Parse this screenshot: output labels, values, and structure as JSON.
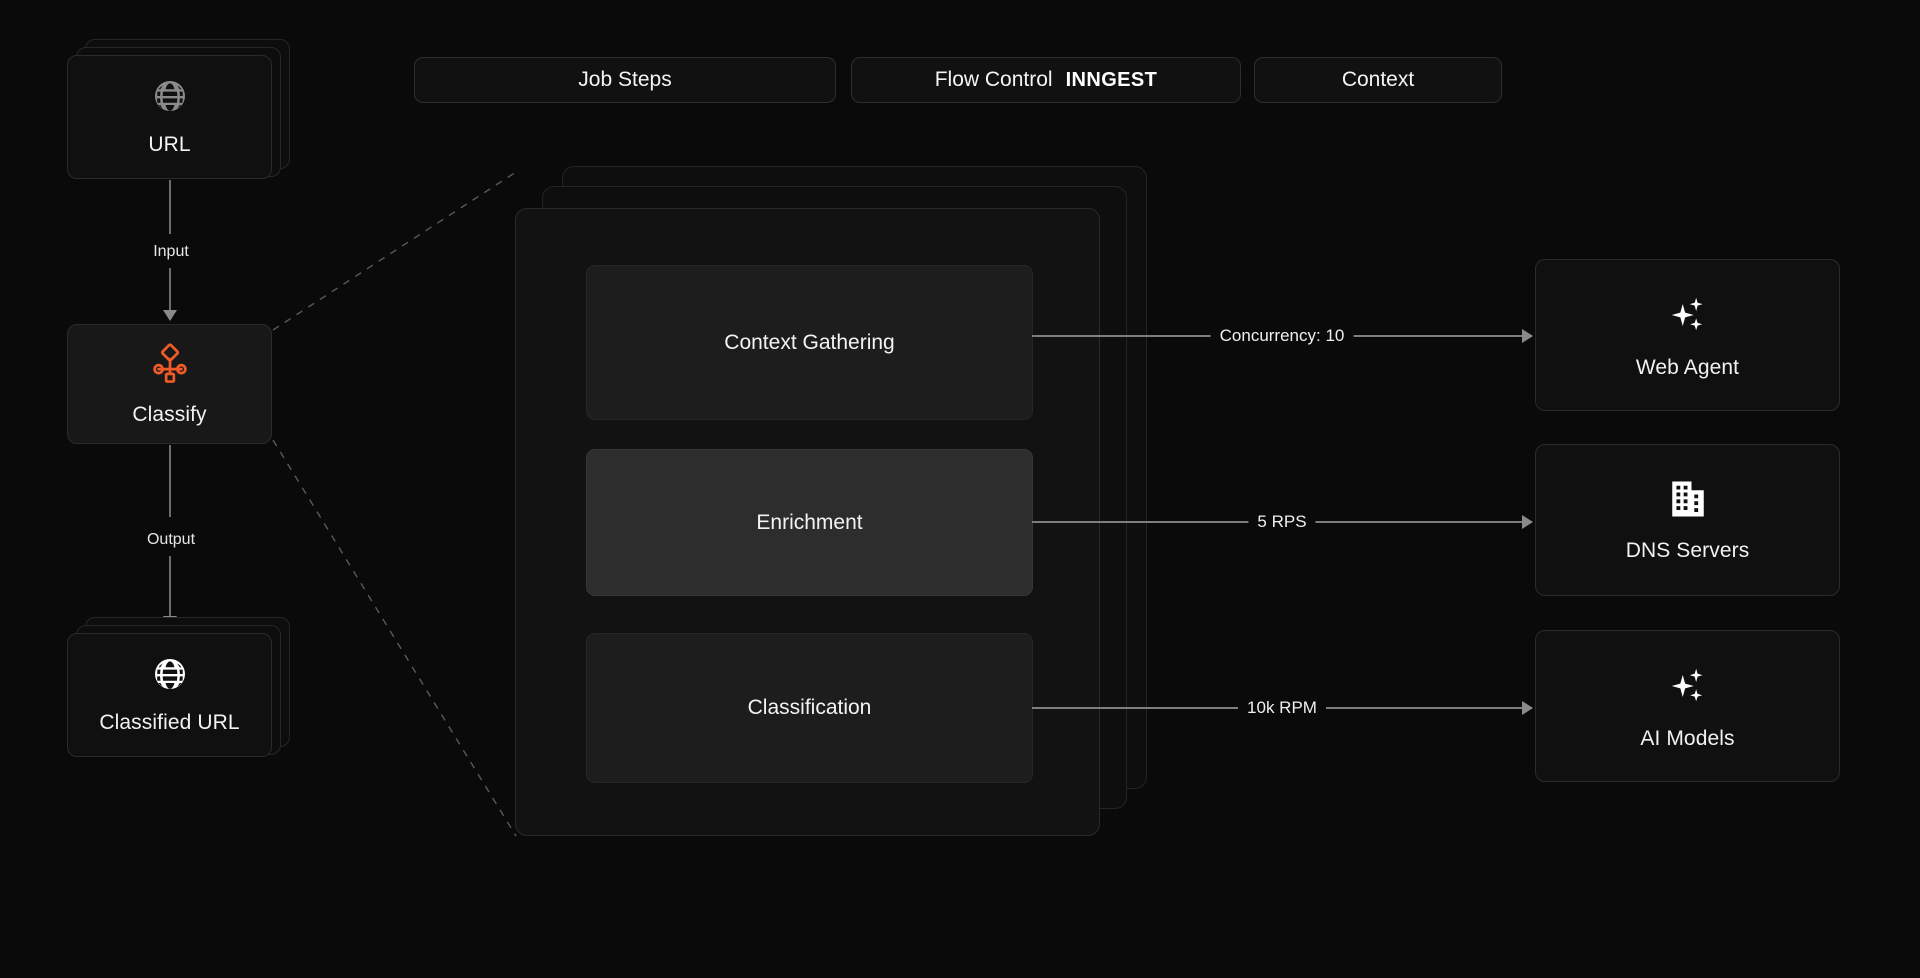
{
  "diagram": {
    "title": "Inngest URL classification flow",
    "background": "#0a0a0a",
    "accent": "#f05a28"
  },
  "header_pills": [
    {
      "id": "job-steps",
      "label": "Job Steps",
      "brand": ""
    },
    {
      "id": "flow-control",
      "label": "Flow Control",
      "brand": "INNGEST"
    },
    {
      "id": "context",
      "label": "Context",
      "brand": ""
    }
  ],
  "left_column": {
    "input_node": {
      "label": "URL",
      "icon": "globe-icon",
      "stacked": true,
      "icon_color": "#8a8a8a"
    },
    "process_node": {
      "label": "Classify",
      "icon": "workflow-icon",
      "stacked": false,
      "icon_color": "#f05a28"
    },
    "output_node": {
      "label": "Classified URL",
      "icon": "globe-icon",
      "stacked": true,
      "icon_color": "#ffffff"
    },
    "edges": [
      {
        "id": "input-edge",
        "label": "Input"
      },
      {
        "id": "output-edge",
        "label": "Output"
      }
    ]
  },
  "job_steps": [
    {
      "id": "context-gathering",
      "label": "Context Gathering",
      "active": false
    },
    {
      "id": "enrichment",
      "label": "Enrichment",
      "active": true
    },
    {
      "id": "classification",
      "label": "Classification",
      "active": false
    }
  ],
  "flow_control_edges": [
    {
      "id": "concurrency",
      "label": "Concurrency: 10",
      "from": "context-gathering",
      "to": "web-agent"
    },
    {
      "id": "rps",
      "label": "5 RPS",
      "from": "enrichment",
      "to": "dns-servers"
    },
    {
      "id": "rpm",
      "label": "10k RPM",
      "from": "classification",
      "to": "ai-models"
    }
  ],
  "context_nodes": [
    {
      "id": "web-agent",
      "label": "Web Agent",
      "icon": "sparkles-icon"
    },
    {
      "id": "dns-servers",
      "label": "DNS Servers",
      "icon": "building-icon"
    },
    {
      "id": "ai-models",
      "label": "AI Models",
      "icon": "sparkles-icon"
    }
  ]
}
